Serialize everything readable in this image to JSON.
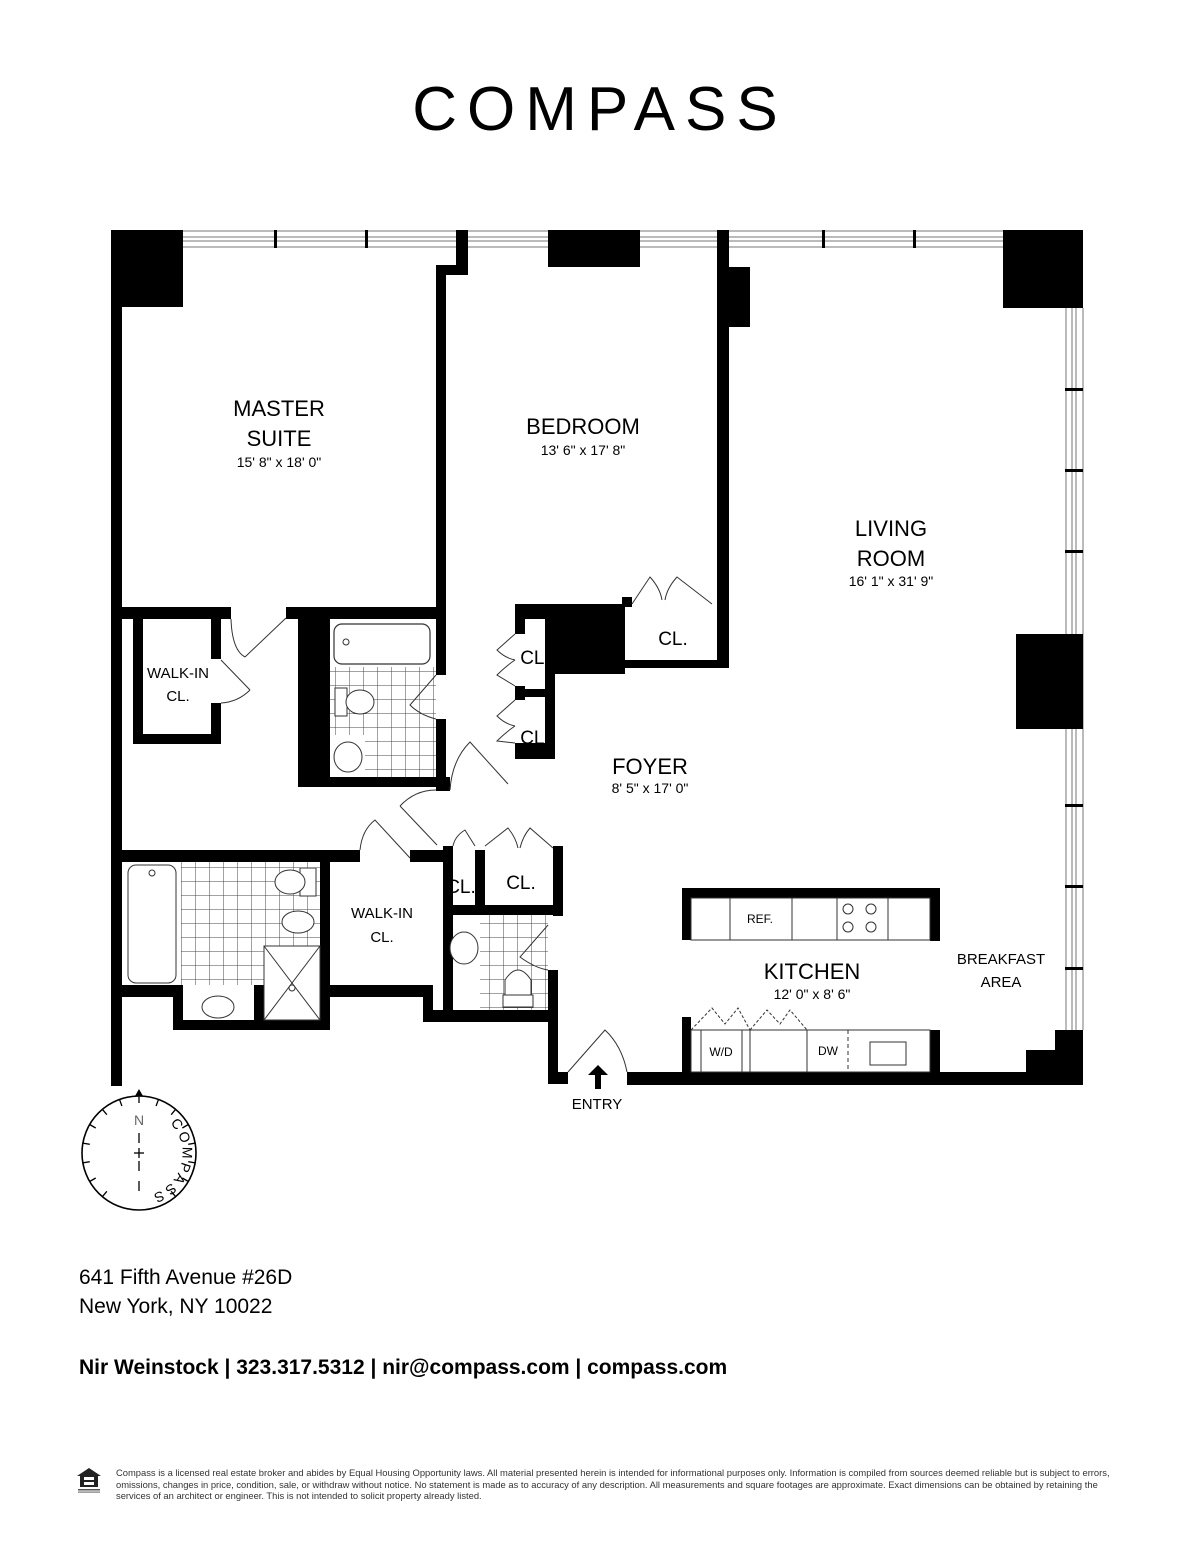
{
  "brand": {
    "logo_text": "COMPASS"
  },
  "floorplan": {
    "rooms": [
      {
        "id": "master-suite",
        "name_lines": [
          "MASTER",
          "SUITE"
        ],
        "dimensions": "15' 8\" x 18' 0\""
      },
      {
        "id": "bedroom",
        "name_lines": [
          "BEDROOM"
        ],
        "dimensions": "13' 6\" x 17' 8\""
      },
      {
        "id": "living-room",
        "name_lines": [
          "LIVING",
          "ROOM"
        ],
        "dimensions": "16' 1\" x 31' 9\""
      },
      {
        "id": "foyer",
        "name_lines": [
          "FOYER"
        ],
        "dimensions": "8' 5\" x 17' 0\""
      },
      {
        "id": "kitchen",
        "name_lines": [
          "KITCHEN"
        ],
        "dimensions": "12' 0\" x 8' 6\""
      },
      {
        "id": "breakfast-area",
        "name_lines": [
          "BREAKFAST",
          "AREA"
        ],
        "dimensions": ""
      }
    ],
    "labels": {
      "walk_in_closet_1": [
        "WALK-IN",
        "CL."
      ],
      "walk_in_closet_2": [
        "WALK-IN",
        "CL."
      ],
      "closet": "CL.",
      "refrigerator": "REF.",
      "washer_dryer": "W/D",
      "dishwasher": "DW",
      "entry": "ENTRY"
    },
    "compass_rose": {
      "north_label": "N",
      "ring_text": "COMPASS"
    }
  },
  "listing": {
    "address_line1": "641 Fifth Avenue #26D",
    "address_line2": "New York, NY 10022"
  },
  "agent": {
    "contact_line": "Nir Weinstock | 323.317.5312 | nir@compass.com | compass.com"
  },
  "footer": {
    "disclaimer": "Compass is a licensed real estate broker and abides by Equal Housing Opportunity laws. All material presented herein is intended for informational purposes only. Information is compiled from sources deemed reliable but is subject to errors, omissions, changes in price, condition, sale, or withdraw without notice. No statement is made as to accuracy of any description. All measurements and square footages are approximate. Exact dimensions can be obtained by retaining the services of an architect or engineer. This is not intended to solicit property already listed.",
    "eho_icon": "equal-housing-opportunity-icon"
  }
}
